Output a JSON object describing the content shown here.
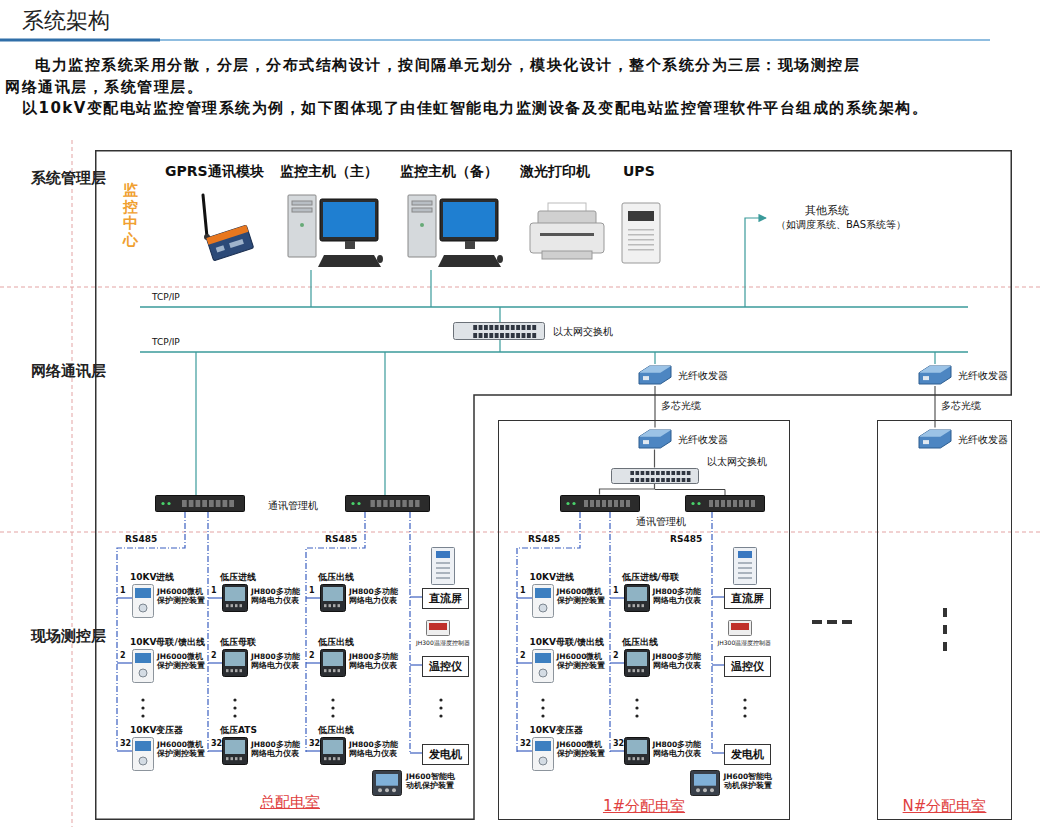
{
  "diagram": {
    "title": "系统架构",
    "nodes": [
      {
        "text": [
          "监控中心",
          "总配电室"
        ]
      },
      {
        "text": [
          "GPRS通讯模块"
        ],
        "in": 0
      },
      {
        "text": [
          "监控主机（主）"
        ],
        "in": 0
      },
      {
        "text": [
          "监控主机（备）"
        ],
        "in": 0
      },
      {
        "text": [
          "激光打印机"
        ],
        "in": 0
      },
      {
        "text": [
          "UPS"
        ],
        "in": 0
      },
      {
        "text": [
          "以太网交换机"
        ],
        "in": 0
      },
      {
        "text": [
          "光纤收发器"
        ],
        "in": 0
      },
      {
        "text": [
          "光纤收发器"
        ],
        "in": 0
      },
      {
        "text": [
          "通讯管理机"
        ],
        "in": 0
      },
      {
        "text": [
          "10KV进线",
          "JH6000微机保护测控装置"
        ],
        "in": 0
      },
      {
        "text": [
          "低压进线",
          "JH800多功能网络电力仪表"
        ],
        "in": 0
      },
      {
        "text": [
          "低压出线",
          "JH800多功能网络电力仪表"
        ],
        "in": 0
      },
      {
        "text": [
          "直流屏"
        ],
        "in": 0
      },
      {
        "text": [
          "JH300温湿度控制器"
        ],
        "in": 0
      },
      {
        "text": [
          "10KV母联/馈出线",
          "JH6000微机保护测控装置"
        ],
        "in": 0
      },
      {
        "text": [
          "低压母联",
          "JH800多功能网络电力仪表"
        ],
        "in": 0
      },
      {
        "text": [
          "低压出线",
          "JH800多功能网络电力仪表"
        ],
        "in": 0
      },
      {
        "text": [
          "温控仪"
        ],
        "in": 0
      },
      {
        "text": [
          "10KV变压器",
          "JH6000微机保护测控装置"
        ],
        "in": 0
      },
      {
        "text": [
          "低压ATS",
          "JH800多功能网络电力仪表"
        ],
        "in": 0
      },
      {
        "text": [
          "低压出线",
          "JH800多功能网络电力仪表"
        ],
        "in": 0
      },
      {
        "text": [
          "发电机"
        ],
        "in": 0
      },
      {
        "text": [
          "JH600智能电动机保护装置"
        ],
        "in": 0
      },
      {
        "text": [
          "1#分配电室"
        ]
      },
      {
        "text": [
          "光纤收发器"
        ],
        "in": 24
      },
      {
        "text": [
          "以太网交换机"
        ],
        "in": 24
      },
      {
        "text": [
          "通讯管理机"
        ],
        "in": 24
      },
      {
        "text": [
          "10KV进线",
          "JH6000微机保护测控装置"
        ],
        "in": 24
      },
      {
        "text": [
          "低压进线/母联",
          "JH800多功能网络电力仪表"
        ],
        "in": 24
      },
      {
        "text": [
          "直流屏"
        ],
        "in": 24
      },
      {
        "text": [
          "JH300温湿度控制器"
        ],
        "in": 24
      },
      {
        "text": [
          "10KV母联/馈出线",
          "JH6000微机保护测控装置"
        ],
        "in": 24
      },
      {
        "text": [
          "低压出线",
          "JH800多功能网络电力仪表"
        ],
        "in": 24
      },
      {
        "text": [
          "温控仪"
        ],
        "in": 24
      },
      {
        "text": [
          "10KV变压器",
          "JH6000微机保护测控装置"
        ],
        "in": 24
      },
      {
        "text": [
          "JH800多功能网络电力仪表"
        ],
        "in": 24
      },
      {
        "text": [
          "发电机"
        ],
        "in": 24
      },
      {
        "text": [
          "JH600智能电动机保护装置"
        ],
        "in": 24
      },
      {
        "text": [
          "N#分配电室"
        ]
      },
      {
        "text": [
          "光纤收发器"
        ],
        "in": 39
      }
    ],
    "edges": [
      {
        "from": 7,
        "to": 25,
        "label": "多芯光缆",
        "arrow": "none"
      },
      {
        "from": 8,
        "to": 40,
        "label": "多芯光缆",
        "arrow": "none"
      },
      {
        "from": 25,
        "to": 26,
        "arrow": "none"
      },
      {
        "from": 26,
        "to": 27,
        "arrow": "none"
      }
    ],
    "labels": [
      "电力监控系统采用分散，分层，分布式结构设计，按间隔单元划分，模块化设计，整个系统分为三层：现场测控层 网络通讯层，系统管理层。",
      "以10kV变配电站监控管理系统为例，如下图体现了由佳虹智能电力监测设备及变配电站监控管理软件平台组成的系统架构。",
      "系统管理层",
      "网络通讯层",
      "现场测控层",
      "TCP/IP",
      "TCP/IP",
      "其他系统",
      "（如调度系统、BAS系统等）",
      "RS485",
      "RS485",
      "RS485",
      "RS485",
      "1",
      "2",
      "32",
      "1",
      "2",
      "32",
      "1",
      "2",
      "32",
      "1",
      "2",
      "32",
      "1",
      "2",
      "32"
    ]
  }
}
